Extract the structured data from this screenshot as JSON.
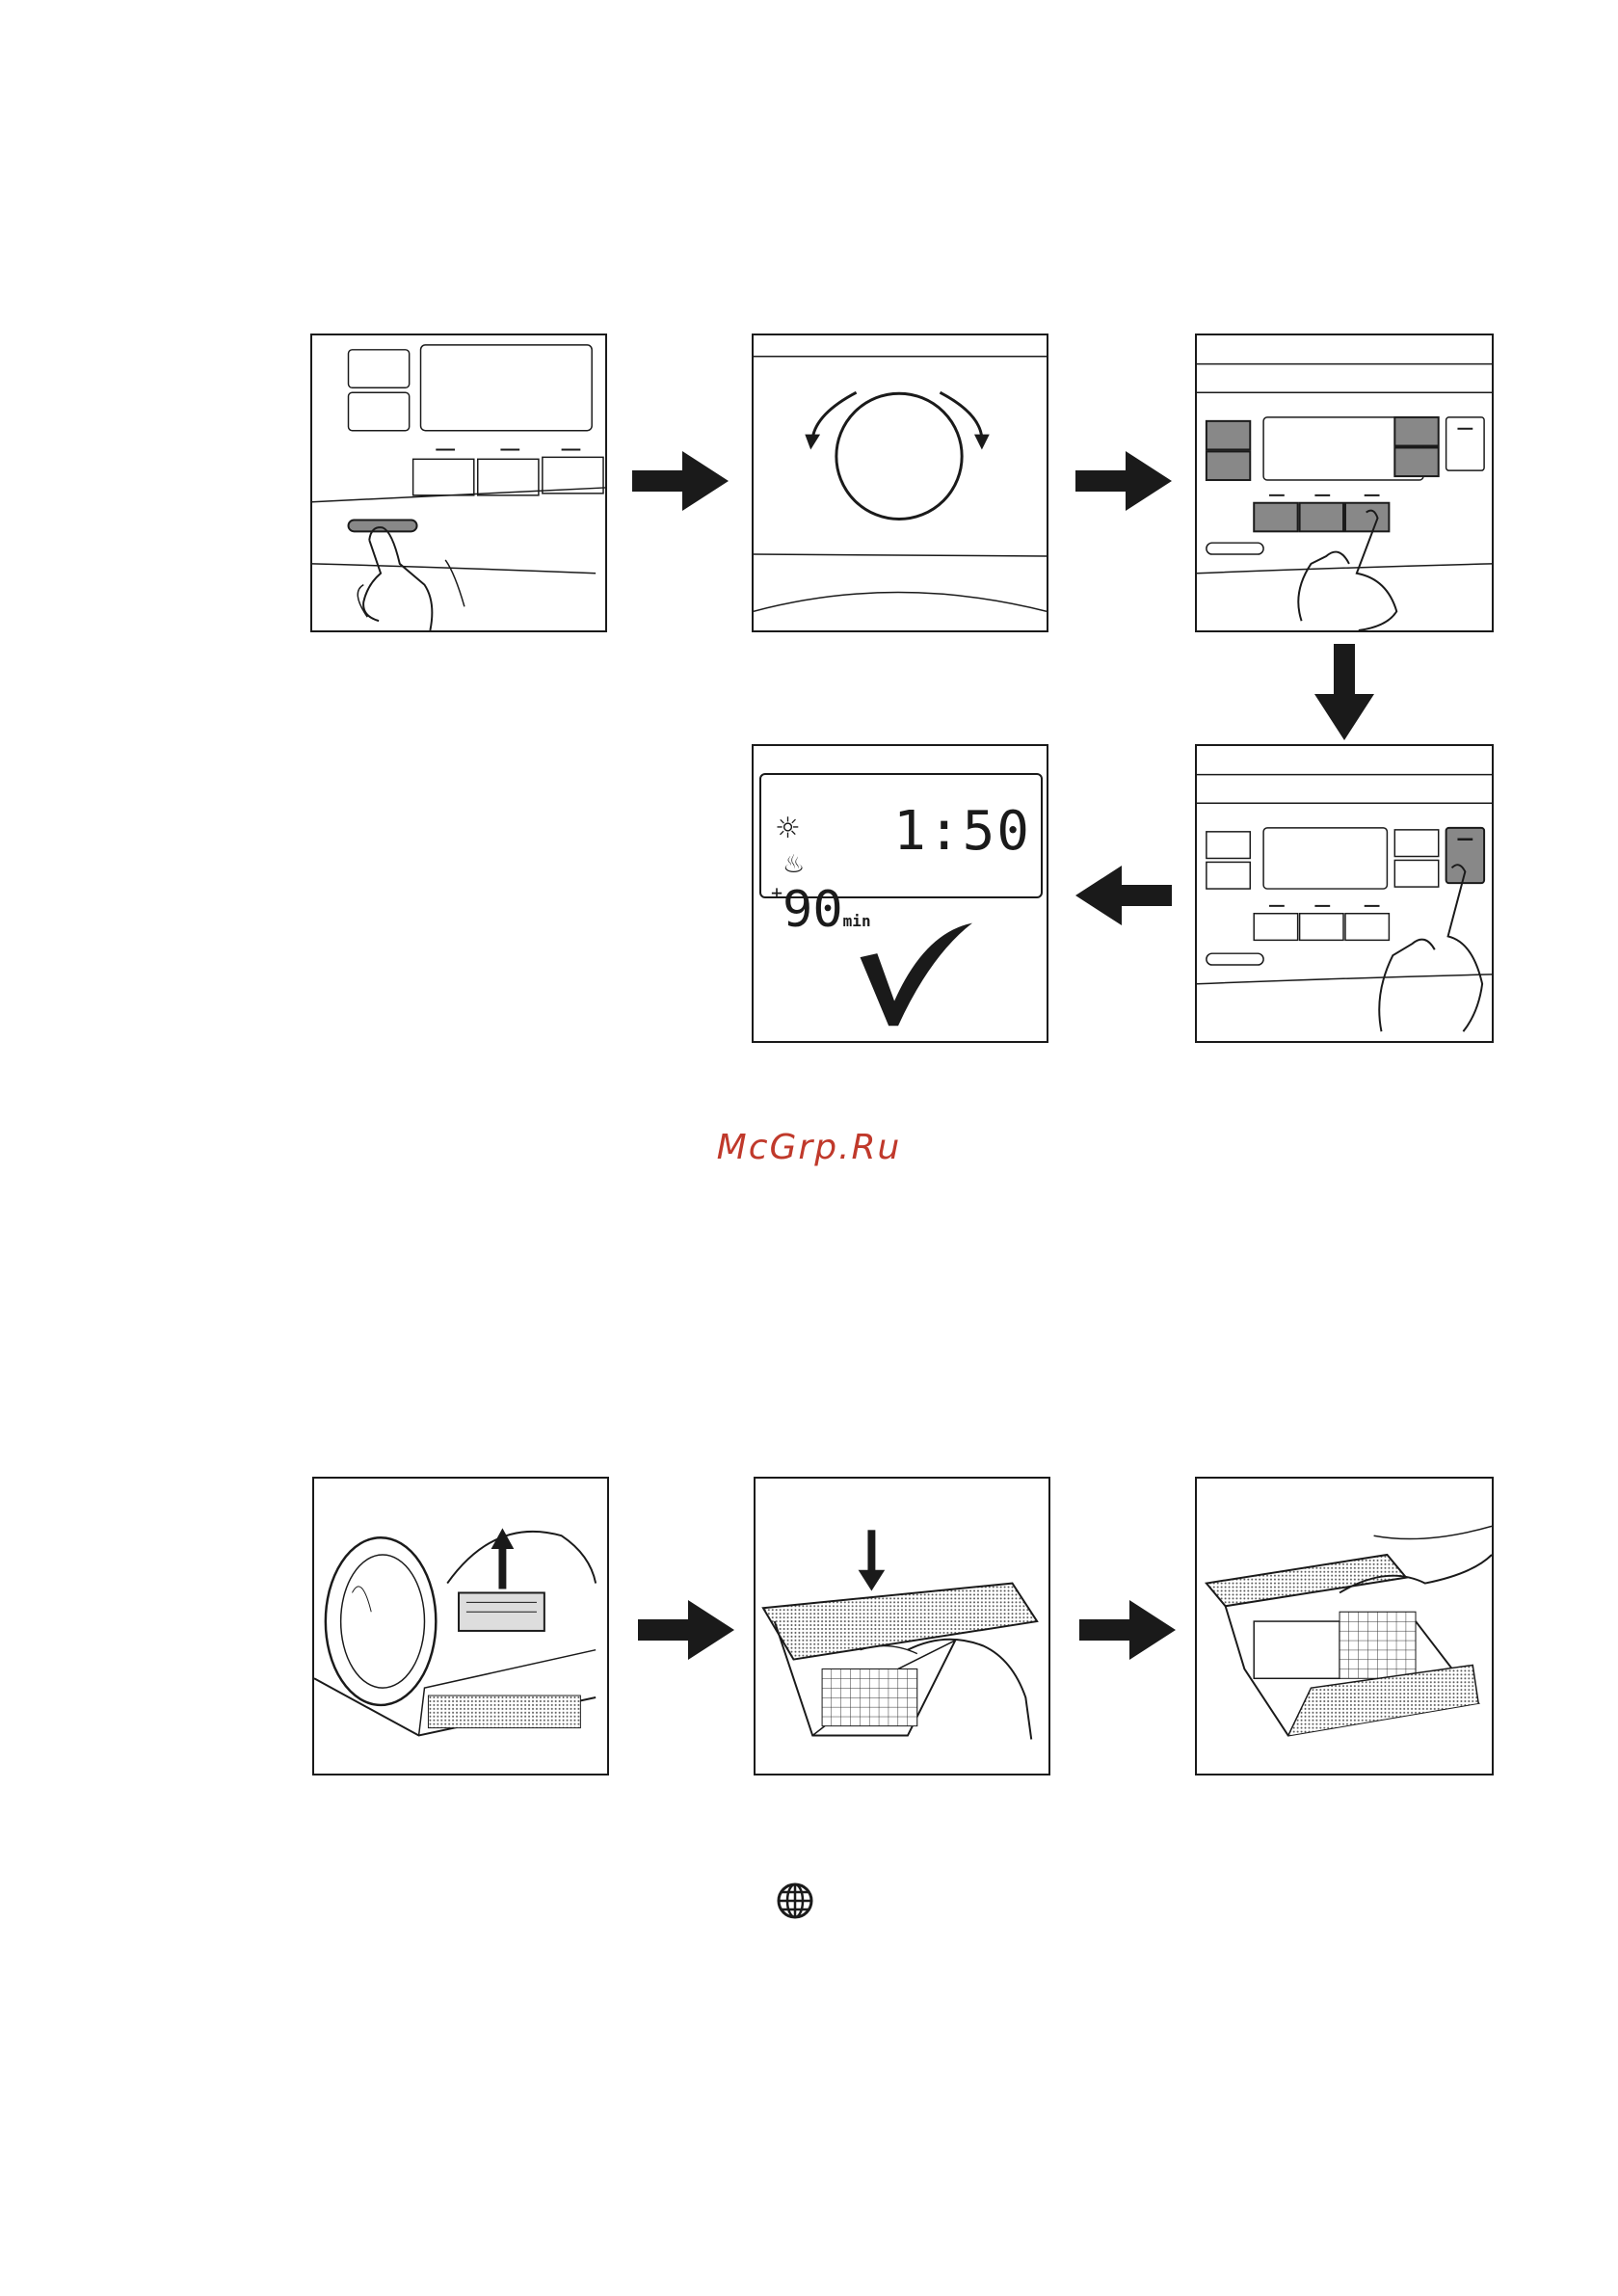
{
  "display": {
    "time": "1:50",
    "extra_plus": "+",
    "extra_value": "90",
    "extra_unit": "min",
    "sun_icon": "sun-icon",
    "steam_icon": "steam-icon"
  },
  "watermark": "McGrp.Ru",
  "icons": {
    "check": "checkmark-icon",
    "globe": "globe-icon",
    "arrow": "arrow-icon"
  }
}
